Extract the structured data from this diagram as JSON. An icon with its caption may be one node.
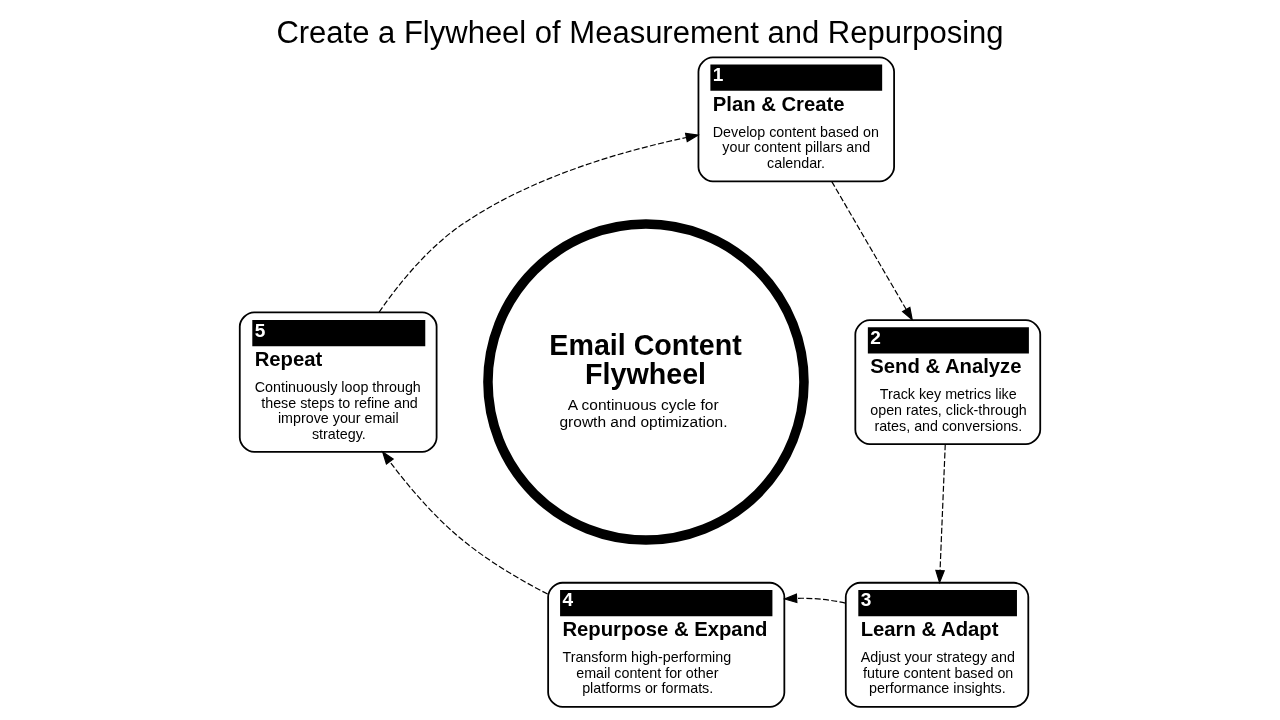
{
  "diagram": {
    "title": "Create a Flywheel of Measurement and Repurposing",
    "nodes": [
      {
        "text": [
          "1",
          "Plan & Create",
          "Develop content based on your content pillars and calendar."
        ]
      },
      {
        "text": [
          "2",
          "Send & Analyze",
          "Track key metrics like open rates, click-through rates, and conversions."
        ]
      },
      {
        "text": [
          "3",
          "Learn & Adapt",
          "Adjust your strategy and future content based on performance insights."
        ]
      },
      {
        "text": [
          "4",
          "Repurpose & Expand",
          "Transform high-performing email content for other platforms or formats."
        ]
      },
      {
        "text": [
          "5",
          "Repeat",
          "Continuously loop through these steps to refine and improve your email strategy."
        ]
      },
      {
        "text": [
          "Email Content Flywheel",
          "A continuous cycle for growth and optimization."
        ]
      }
    ],
    "edges": [
      {
        "from": 0,
        "to": 1,
        "arrow": "to",
        "style": "dashed"
      },
      {
        "from": 1,
        "to": 2,
        "arrow": "to",
        "style": "dashed"
      },
      {
        "from": 2,
        "to": 3,
        "arrow": "to",
        "style": "dashed"
      },
      {
        "from": 3,
        "to": 4,
        "arrow": "to",
        "style": "dashed"
      },
      {
        "from": 4,
        "to": 0,
        "arrow": "to",
        "style": "dashed"
      }
    ]
  }
}
